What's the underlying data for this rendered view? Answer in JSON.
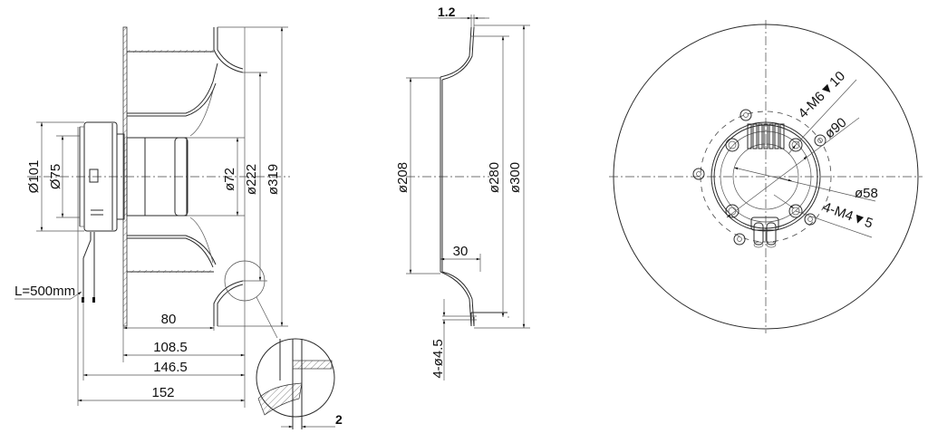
{
  "drawing": {
    "title": "Backward-curved centrifugal fan with EC motor — dimensional drawing",
    "views": [
      "side-section-view",
      "inlet-nozzle-section",
      "front-view"
    ]
  },
  "side_view": {
    "cable_length": "L=500mm",
    "dia_motor_outer": "Ø101",
    "dia_motor_flange": "Ø75",
    "dia_hub": "ø72",
    "dia_inlet": "ø222",
    "dia_impeller": "ø319",
    "len_80": "80",
    "len_108_5": "108.5",
    "len_146_5": "146.5",
    "len_152": "152",
    "detail_gap": "2"
  },
  "nozzle_view": {
    "thickness": "1.2",
    "dia_throat": "ø208",
    "dia_flange_inner": "ø280",
    "dia_flange_outer": "ø300",
    "depth": "30",
    "mount_holes": "4-ø4.5"
  },
  "front_view": {
    "thread_m6": "4-M6▼10",
    "dia_bolt_circle_90": "ø90",
    "dia_bolt_circle_58": "ø58",
    "thread_m4": "4-M4▼5"
  },
  "colors": {
    "line": "#2a2a2a",
    "background": "#ffffff"
  }
}
